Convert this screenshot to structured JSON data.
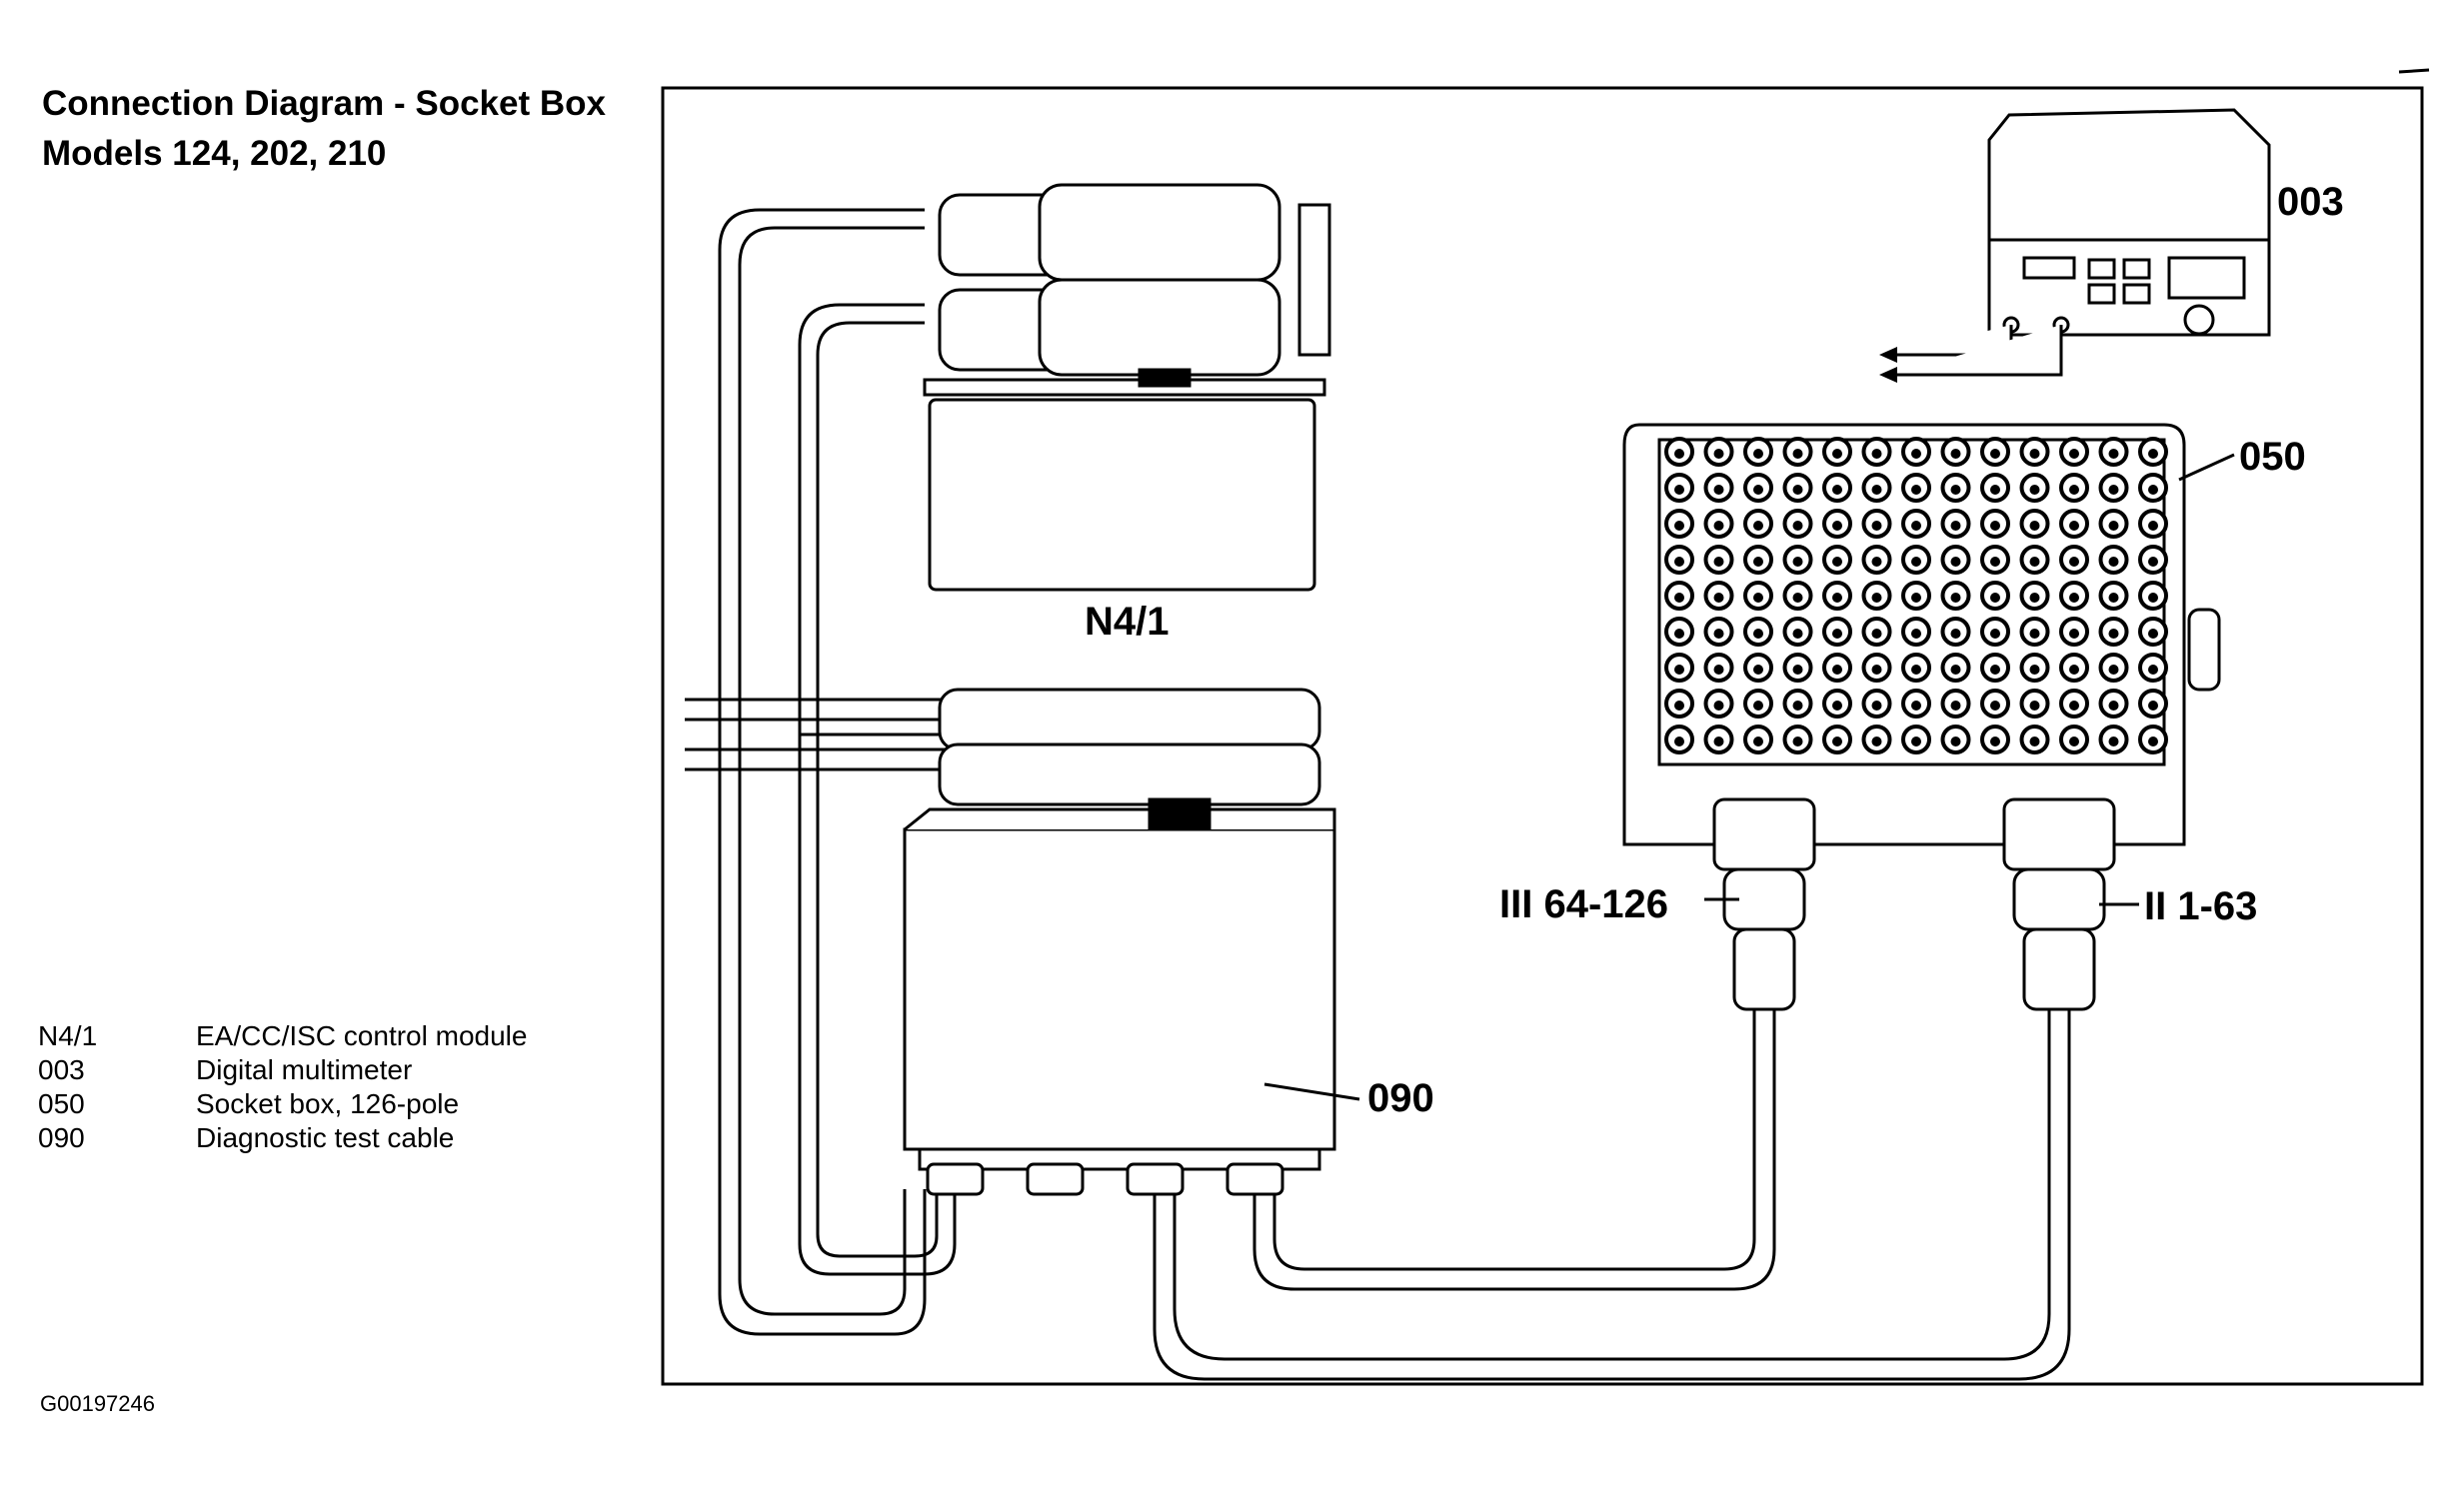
{
  "title": {
    "line1": "Connection Diagram - Socket Box",
    "line2": "Models 124, 202, 210"
  },
  "labels": {
    "n41": "N4/1",
    "c003": "003",
    "c050": "050",
    "c090": "090",
    "conn_iii": "III 64-126",
    "conn_ii": "II 1-63"
  },
  "legend": [
    {
      "code": "N4/1",
      "desc": "EA/CC/ISC control module"
    },
    {
      "code": "003",
      "desc": "Digital multimeter"
    },
    {
      "code": "050",
      "desc": "Socket box, 126-pole"
    },
    {
      "code": "090",
      "desc": "Diagnostic test cable"
    }
  ],
  "footer_id": "G00197246"
}
